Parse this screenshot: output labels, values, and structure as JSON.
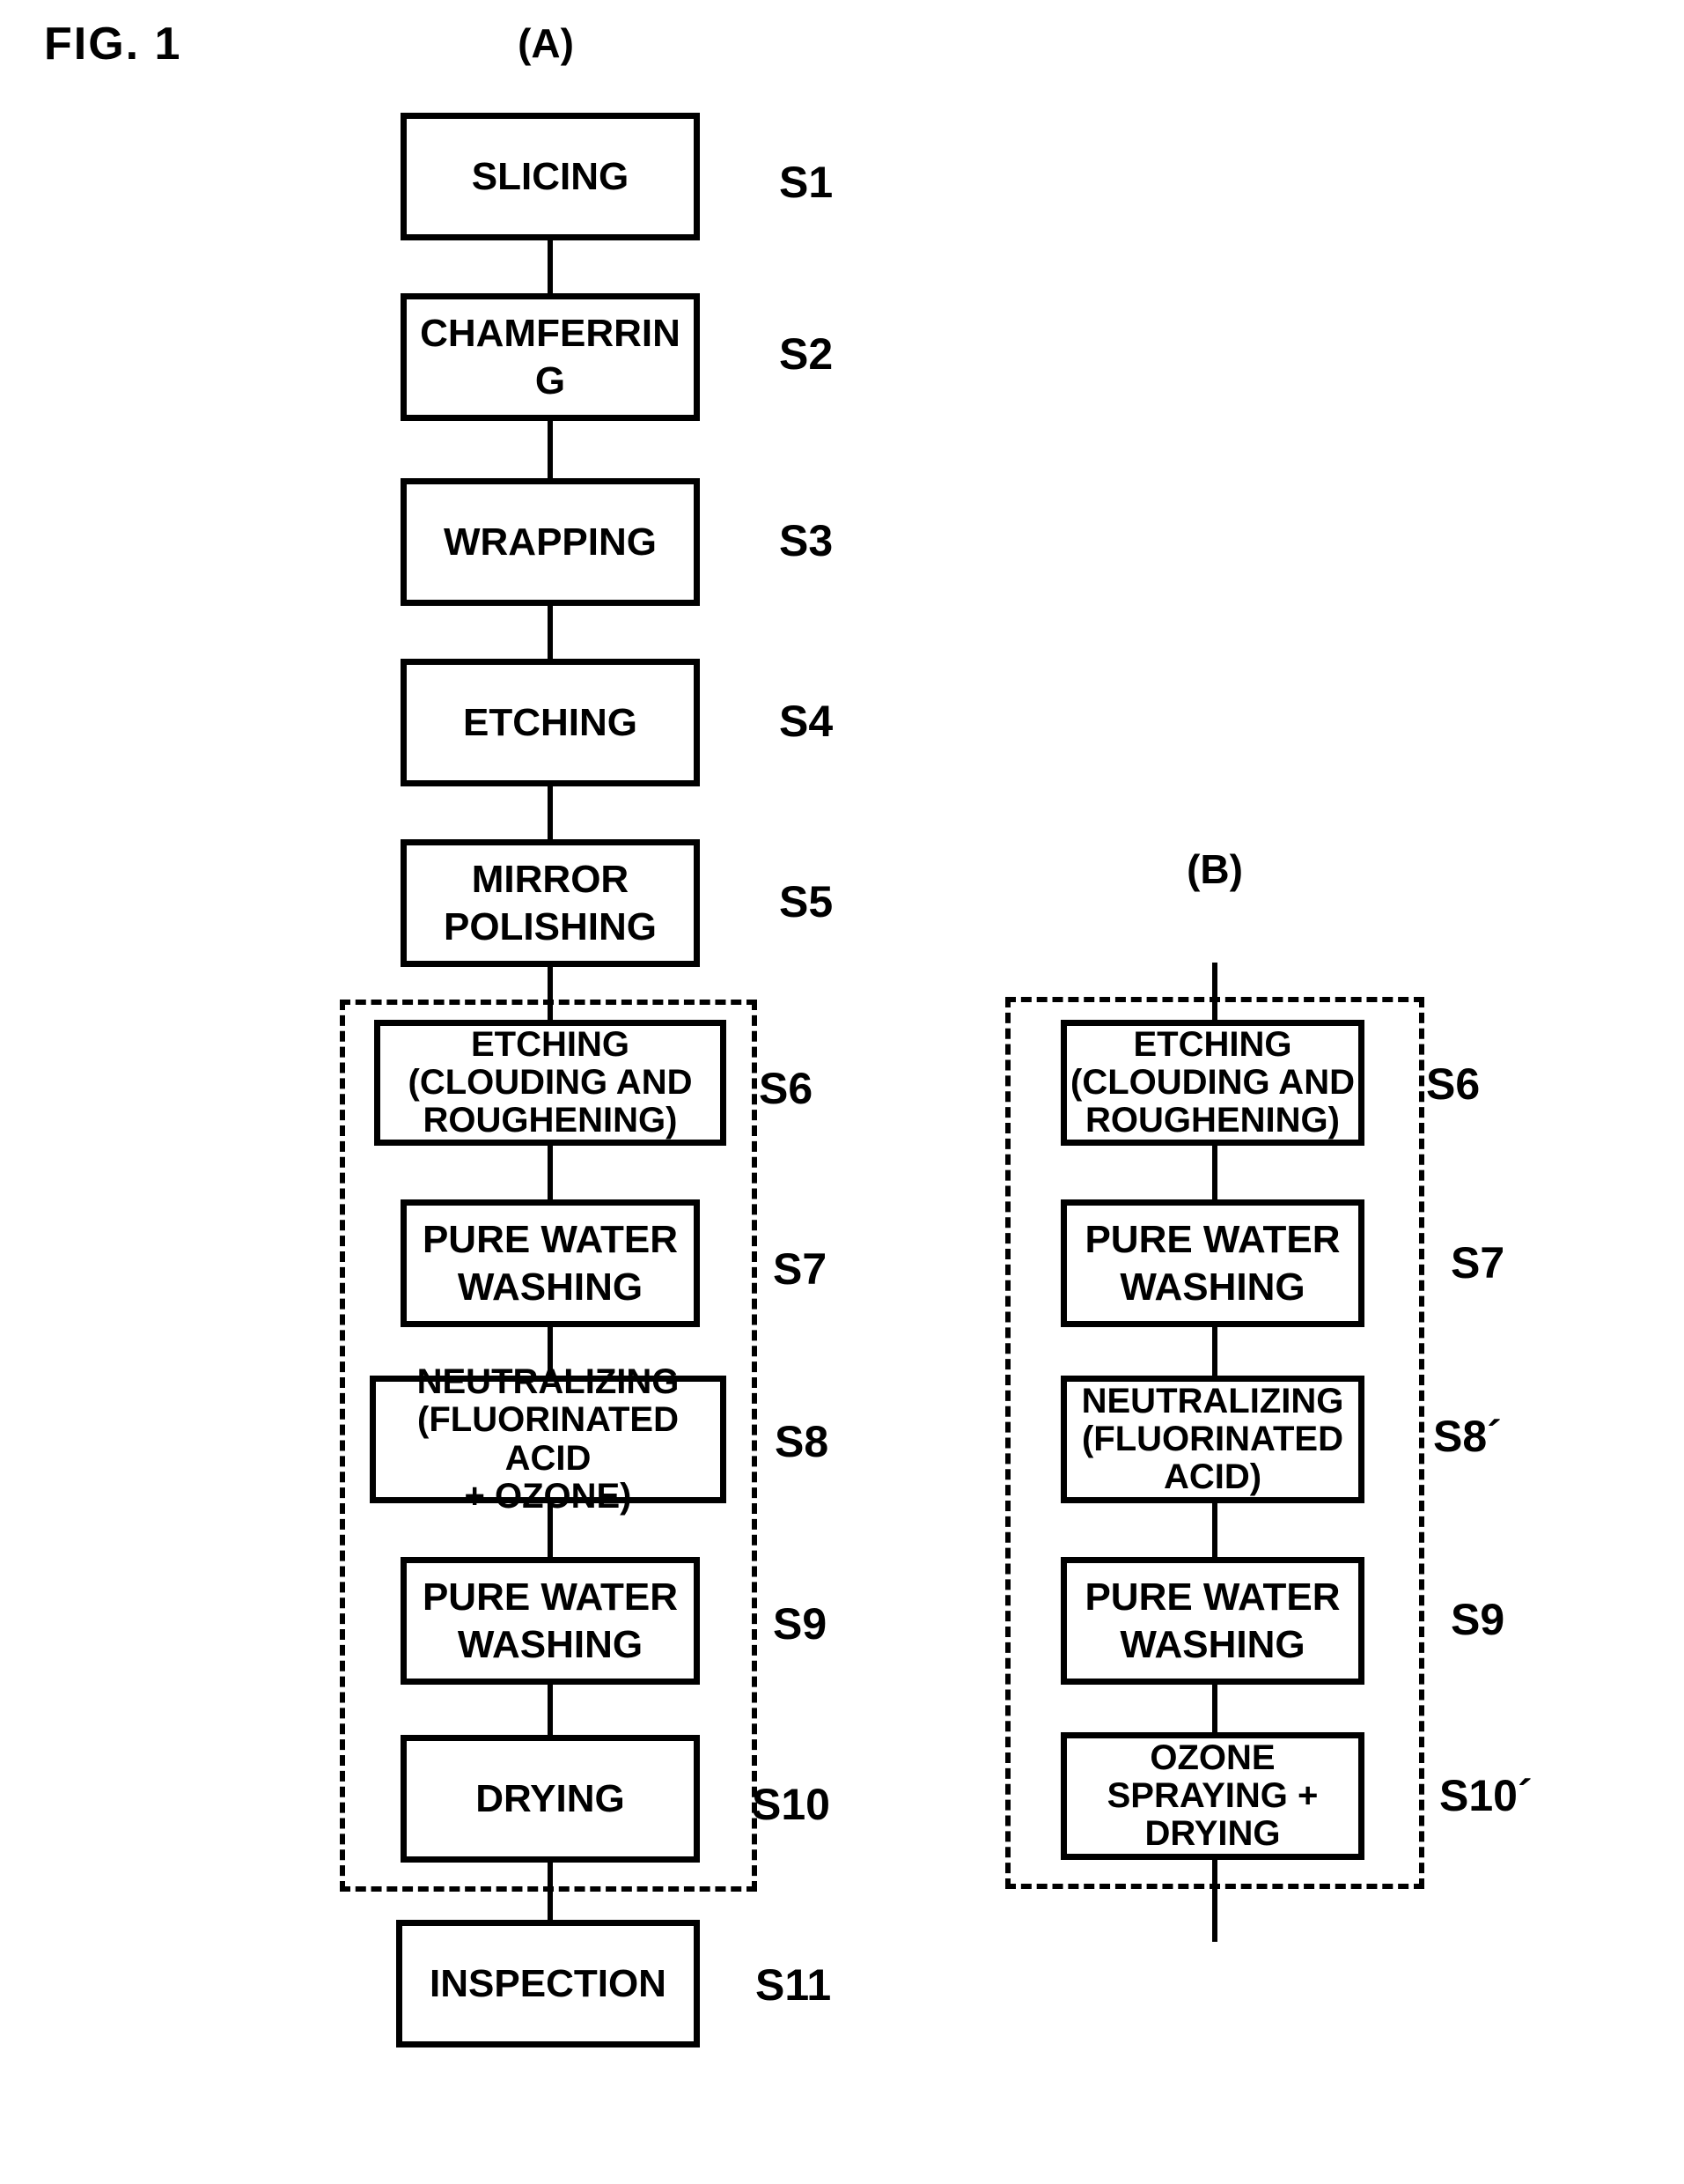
{
  "figure_label": "FIG. 1",
  "diagram_a": {
    "label": "(A)",
    "boxes": [
      {
        "text": "SLICING",
        "step": "S1"
      },
      {
        "text": "CHAMFERRIN\nG",
        "step": "S2"
      },
      {
        "text": "WRAPPING",
        "step": "S3"
      },
      {
        "text": "ETCHING",
        "step": "S4"
      },
      {
        "text": "MIRROR\nPOLISHING",
        "step": "S5"
      },
      {
        "text": "ETCHING\n(CLOUDING AND\nROUGHENING)",
        "step": "S6"
      },
      {
        "text": "PURE WATER\nWASHING",
        "step": "S7"
      },
      {
        "text": "NEUTRALIZING\n(FLUORINATED ACID\n+ OZONE)",
        "step": "S8"
      },
      {
        "text": "PURE WATER\nWASHING",
        "step": "S9"
      },
      {
        "text": "DRYING",
        "step": "S10"
      },
      {
        "text": "INSPECTION",
        "step": "S11"
      }
    ]
  },
  "diagram_b": {
    "label": "(B)",
    "boxes": [
      {
        "text": "ETCHING\n(CLOUDING AND\nROUGHENING)",
        "step": "S6"
      },
      {
        "text": "PURE WATER\nWASHING",
        "step": "S7"
      },
      {
        "text": "NEUTRALIZING\n(FLUORINATED\nACID)",
        "step": "S8´"
      },
      {
        "text": "PURE WATER\nWASHING",
        "step": "S9"
      },
      {
        "text": "OZONE\nSPRAYING +\nDRYING",
        "step": "S10´"
      }
    ]
  }
}
